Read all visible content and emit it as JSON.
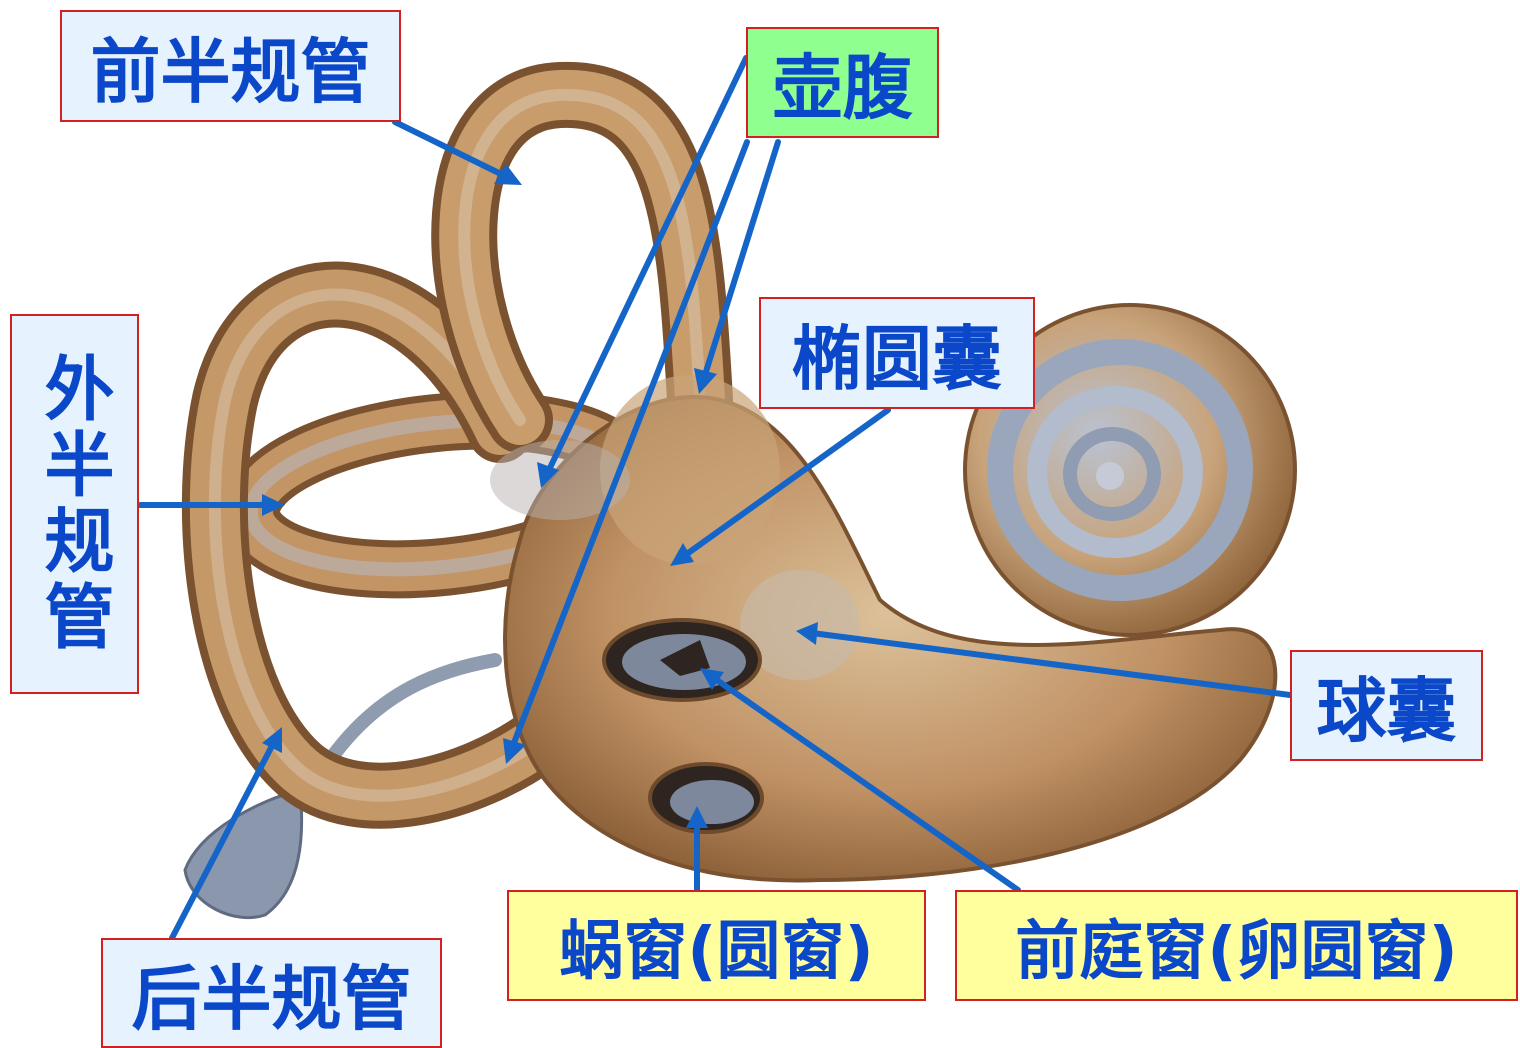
{
  "labels": {
    "anterior_canal": "前半规管",
    "ampulla": "壶腹",
    "lateral_canal": "外半规管",
    "utricle": "椭圆囊",
    "saccule": "球囊",
    "posterior_canal": "后半规管",
    "round_window": "蜗窗(圆窗)",
    "oval_window": "前庭窗(卵圆窗)"
  },
  "colors": {
    "label_text": "#0a47c9",
    "label_border": "#d32020",
    "arrow": "#1565c8",
    "label_bg_light": "#e6f3ff",
    "label_bg_green": "#8fff8f",
    "label_bg_yellow": "#ffff9e",
    "labyrinth_base": "#b88a5a",
    "labyrinth_dark": "#7a5230",
    "membrane": "#a9b2c0"
  }
}
